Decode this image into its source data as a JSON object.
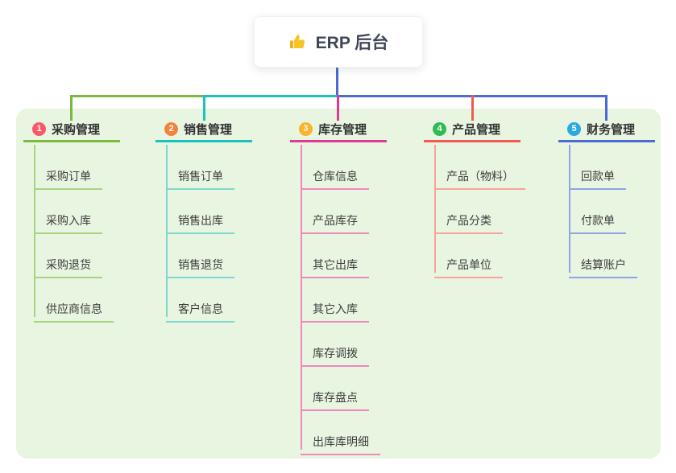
{
  "root": {
    "title": "ERP 后台",
    "icon": "thumbs-up-icon",
    "icon_color": "#f7c325",
    "line_color": "#4b6cd3"
  },
  "panel": {
    "background": "#e8f5e1"
  },
  "columns": [
    {
      "badge": "1",
      "label": "采购管理",
      "badge_color": "#f85868",
      "line_color": "#7cb93f",
      "child_line_color": "#a9d37f",
      "children": [
        "采购订单",
        "采购入库",
        "采购退货",
        "供应商信息"
      ]
    },
    {
      "badge": "2",
      "label": "销售管理",
      "badge_color": "#f5823b",
      "line_color": "#19c3bc",
      "child_line_color": "#7fd6cf",
      "children": [
        "销售订单",
        "销售出库",
        "销售退货",
        "客户信息"
      ]
    },
    {
      "badge": "3",
      "label": "库存管理",
      "badge_color": "#fcb22a",
      "line_color": "#e03a96",
      "child_line_color": "#f287be",
      "children": [
        "仓库信息",
        "产品库存",
        "其它出库",
        "其它入库",
        "库存调拨",
        "库存盘点",
        "出库库明细"
      ]
    },
    {
      "badge": "4",
      "label": "产品管理",
      "badge_color": "#33b955",
      "line_color": "#f25a52",
      "child_line_color": "#f7a29c",
      "children": [
        "产品（物料）",
        "产品分类",
        "产品单位"
      ]
    },
    {
      "badge": "5",
      "label": "财务管理",
      "badge_color": "#29a8e2",
      "line_color": "#4b6cd3",
      "child_line_color": "#8fa4e2",
      "children": [
        "回款单",
        "付款单",
        "结算账户"
      ]
    }
  ]
}
